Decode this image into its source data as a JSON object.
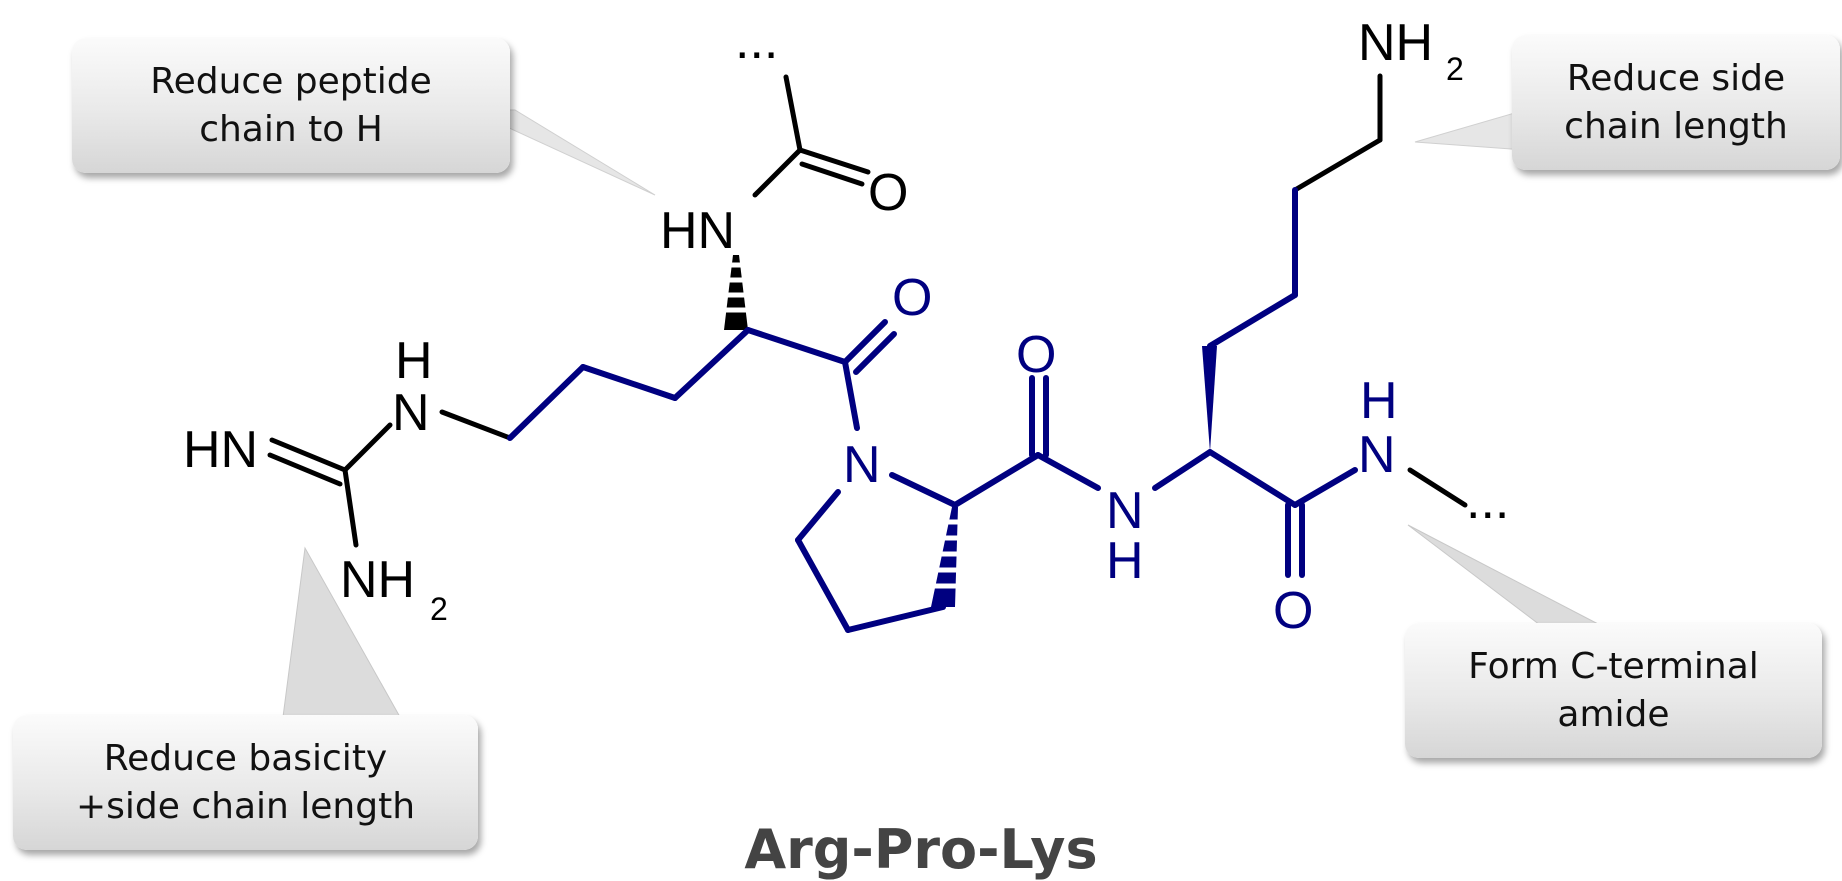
{
  "title": "Arg-Pro-Lys",
  "colors": {
    "modified_residue": "#000000",
    "core_residue": "#000080",
    "callout_fill": "#e4e4e4"
  },
  "labels": {
    "ellipsis": "...",
    "nh": "NH",
    "sub2": "2",
    "hn": "HN",
    "h": "H",
    "n": "N",
    "o": "O"
  },
  "callouts": {
    "top_left": "Reduce peptide\nchain to H",
    "top_right": "Reduce side\nchain length",
    "bottom_left": "Reduce basicity\n+side chain length",
    "bottom_right": "Form C-terminal\namide"
  }
}
